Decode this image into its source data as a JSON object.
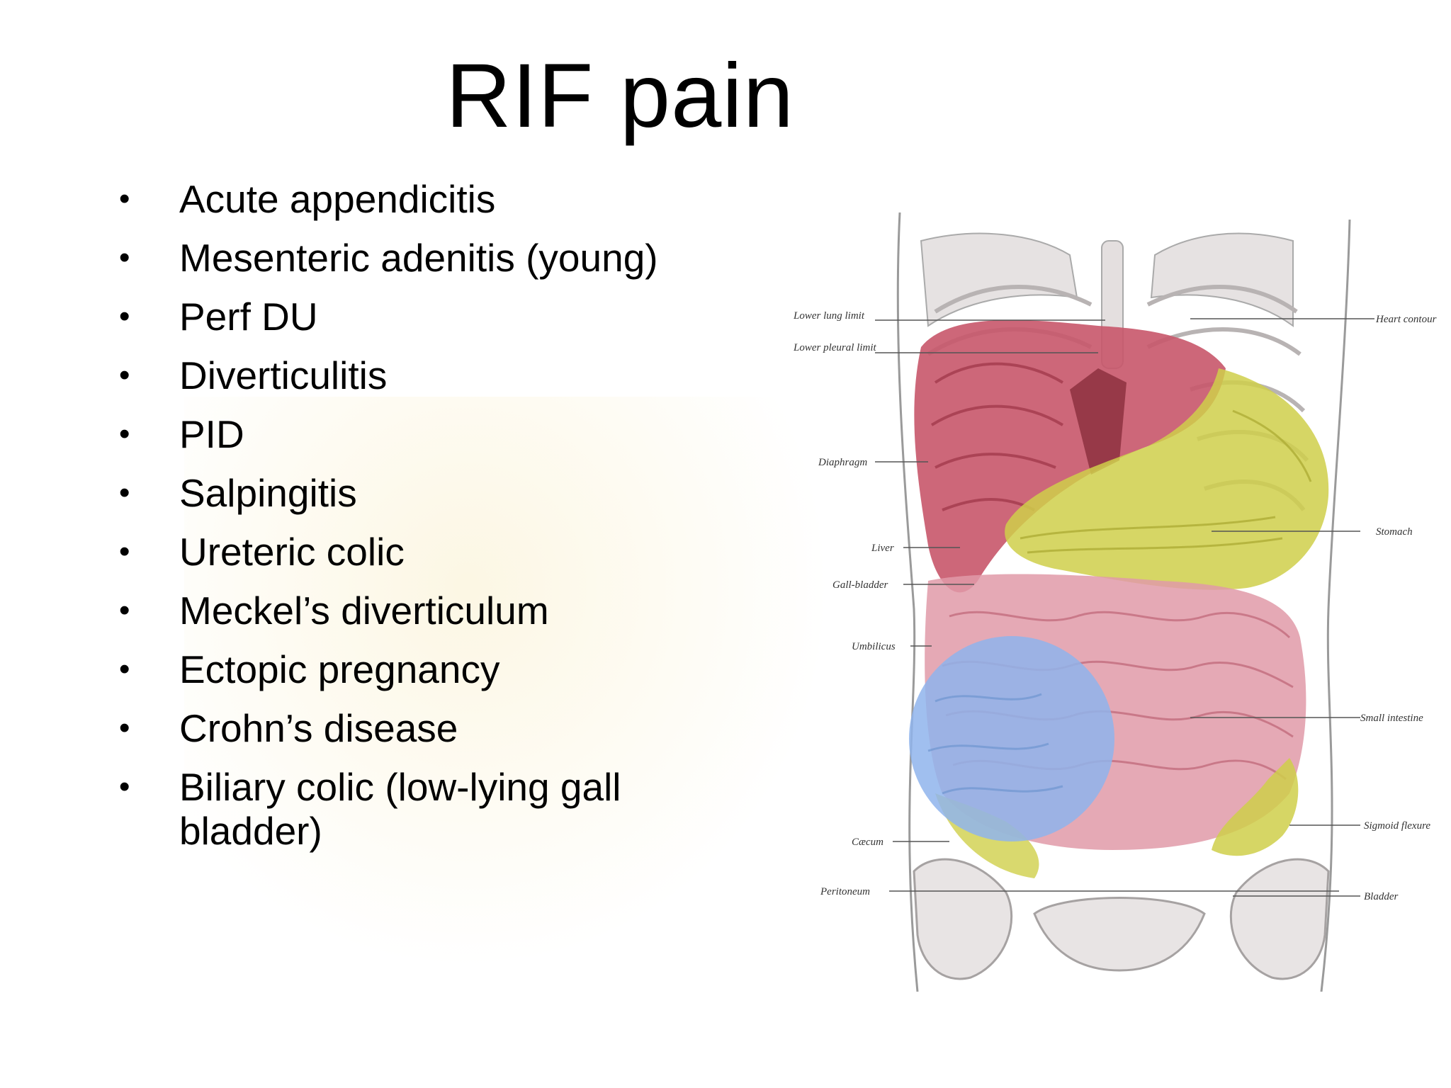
{
  "title": "RIF pain",
  "bullets": [
    "Acute appendicitis",
    "Mesenteric adenitis (young)",
    "Perf DU",
    "Diverticulitis",
    "PID",
    "Salpingitis",
    "Ureteric colic",
    "Meckel’s diverticulum",
    "Ectopic pregnancy",
    "Crohn’s disease",
    "Biliary colic (low-lying gall bladder)"
  ],
  "diagram": {
    "labels_left": {
      "lower_lung_limit": "Lower lung limit",
      "lower_pleural_limit": "Lower pleural limit",
      "diaphragm": "Diaphragm",
      "liver": "Liver",
      "gall_bladder": "Gall-bladder",
      "umbilicus": "Umbilicus",
      "cecum": "Cæcum",
      "peritoneum": "Peritoneum"
    },
    "labels_right": {
      "heart_contour": "Heart contour",
      "stomach": "Stomach",
      "small_intestine": "Small intestine",
      "sigmoid_flexure": "Sigmoid flexure",
      "bladder": "Bladder"
    },
    "colors": {
      "liver": "#c8566a",
      "stomach_colon": "#cfcf4a",
      "small_intestine": "#e09aa8",
      "rif_highlight": "#8fb4ec",
      "bone": "#e8e4e4"
    }
  }
}
